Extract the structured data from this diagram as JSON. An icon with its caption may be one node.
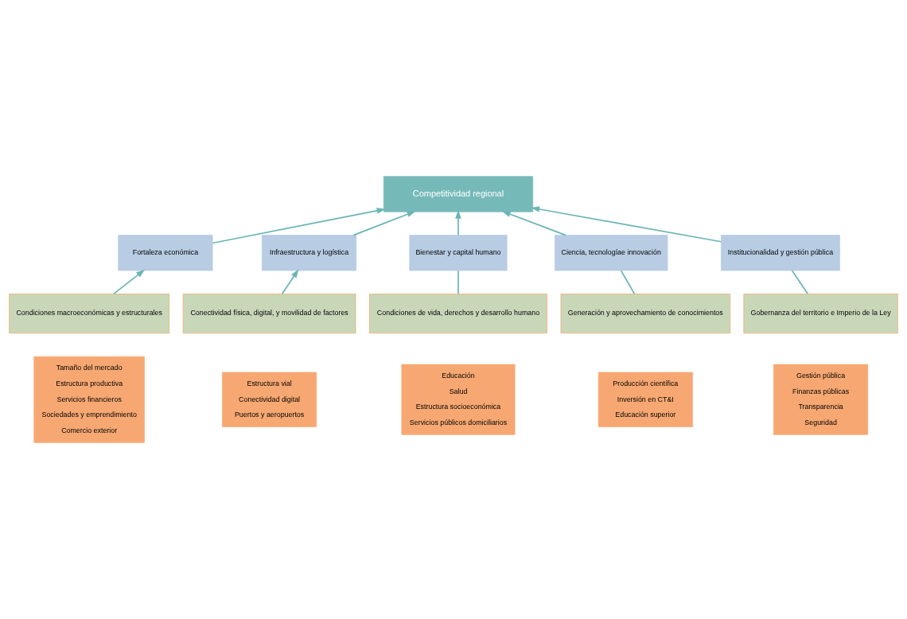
{
  "diagram": {
    "nodes": [
      {
        "text": [
          "Competitividad regional"
        ]
      },
      {
        "text": [
          "Fortaleza económica"
        ]
      },
      {
        "text": [
          "Infraestructura y logística"
        ]
      },
      {
        "text": [
          "Bienestar y capital humano"
        ]
      },
      {
        "text": [
          "Ciencia, tecnologíae innovación"
        ]
      },
      {
        "text": [
          "Institucionalidad y gestión pública"
        ]
      },
      {
        "text": [
          "Condiciones macroeconómicas y estructurales"
        ]
      },
      {
        "text": [
          "Conectividad física, digital, y movilidad de factores"
        ]
      },
      {
        "text": [
          "Condiciones de vida, derechos y desarrollo humano"
        ]
      },
      {
        "text": [
          "Generación y aprovechamiento de conocimientos"
        ]
      },
      {
        "text": [
          "Gobernanza del territorio e Imperio de la Ley"
        ]
      },
      {
        "text": [
          "Tamaño del mercado",
          "Estructura productiva",
          "Servicios financieros",
          "Sociedades y emprendimiento",
          "Comercio exterior"
        ]
      },
      {
        "text": [
          "Estructura vial",
          "Conectividad digital",
          "Puertos y aeropuertos"
        ]
      },
      {
        "text": [
          "Educación",
          "Salud",
          "Estructura socioeconómica",
          "Servicios públicos domiciliarios"
        ]
      },
      {
        "text": [
          "Producción científica",
          "Inversión en CT&I",
          "Educación superior"
        ]
      },
      {
        "text": [
          "Gestión pública",
          "Finanzas públicas",
          "Transparencia",
          "Seguridad"
        ]
      }
    ],
    "edges": [
      {
        "from": 1,
        "to": 0,
        "arrow": "to"
      },
      {
        "from": 2,
        "to": 0,
        "arrow": "to"
      },
      {
        "from": 3,
        "to": 0,
        "arrow": "to"
      },
      {
        "from": 4,
        "to": 0,
        "arrow": "to"
      },
      {
        "from": 5,
        "to": 0,
        "arrow": "to"
      },
      {
        "from": 6,
        "to": 1,
        "arrow": "to"
      },
      {
        "from": 7,
        "to": 2,
        "arrow": "to"
      },
      {
        "from": 8,
        "to": 3,
        "arrow": "none"
      },
      {
        "from": 9,
        "to": 4,
        "arrow": "none"
      },
      {
        "from": 10,
        "to": 5,
        "arrow": "none"
      }
    ]
  }
}
